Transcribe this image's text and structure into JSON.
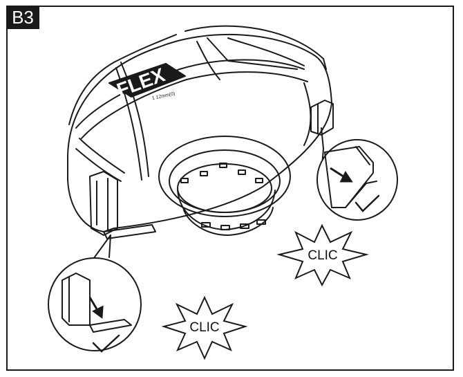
{
  "step_label": "B3",
  "brand_logo": "FLEX",
  "brand_subtext": "1 12mm(0)",
  "clic_right": "CLIC",
  "clic_left": "CLIC",
  "icons": {
    "check_top": "checkmark-icon",
    "check_bottom": "checkmark-icon",
    "arrow_top": "arrow-icon",
    "arrow_bottom": "arrow-icon"
  },
  "colors": {
    "line": "#1a1a1a",
    "background": "#ffffff"
  }
}
